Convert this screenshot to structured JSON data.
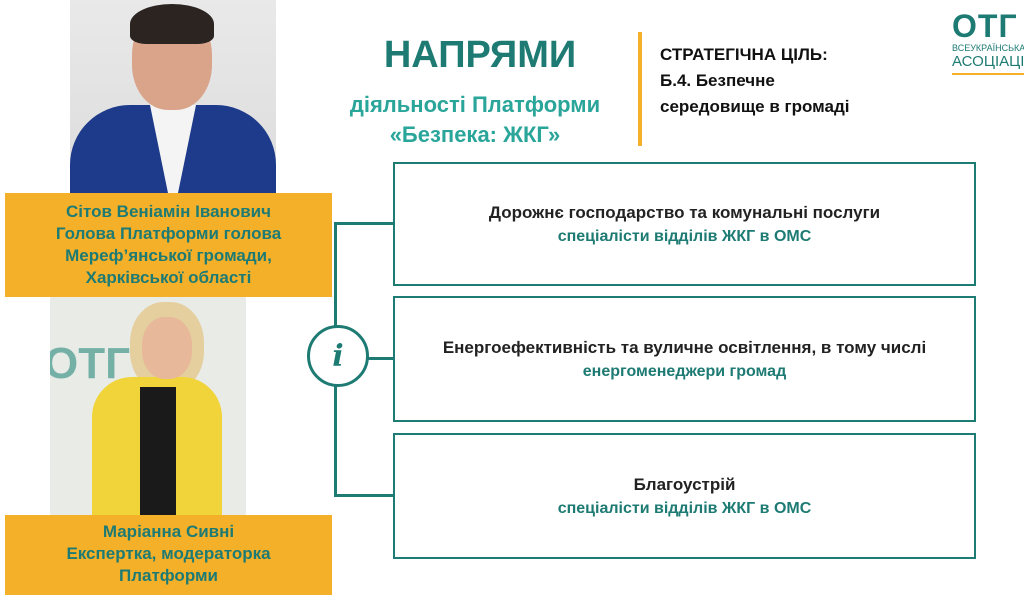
{
  "header": {
    "title": "НАПРЯМИ",
    "subtitle_lines": [
      "діяльності Платформи",
      "«Безпека: ЖКГ»"
    ]
  },
  "goal": {
    "lines": [
      "СТРАТЕГІЧНА ЦІЛЬ:",
      "Б.4. Безпечне",
      "середовище в громаді"
    ]
  },
  "brand": {
    "logo": "ОТГ",
    "line1": "ВСЕУКРАЇНСЬКА",
    "line2": "АСОЦІАЦІЯ"
  },
  "people": [
    {
      "lines": [
        "Сітов Веніамін Іванович",
        "Голова Платформи голова",
        "Мереф’янської громади,",
        "Харківської області"
      ]
    },
    {
      "lines": [
        "Маріанна Сивні",
        "Експертка, модераторка",
        "Платформи"
      ]
    }
  ],
  "info_icon": "i",
  "directions": [
    {
      "title": "Дорожнє господарство та комунальні послуги",
      "sub": "спеціалісти відділів ЖКГ в ОМС"
    },
    {
      "title": "Енергоефективність та вуличне освітлення, в тому числі",
      "sub": "енергоменеджери громад"
    },
    {
      "title": "Благоустрій",
      "sub": "спеціалісти відділів ЖКГ в ОМС"
    }
  ],
  "colors": {
    "teal": "#1e7b73",
    "orange": "#f5b02a"
  }
}
